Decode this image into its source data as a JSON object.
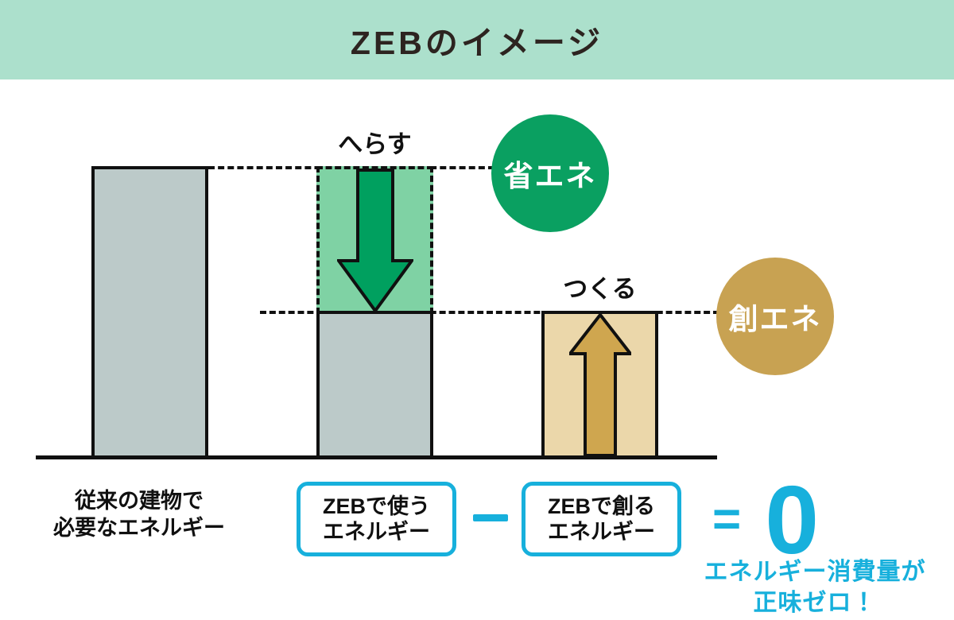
{
  "header": {
    "title": "ZEBのイメージ"
  },
  "diagram": {
    "reduce_label": "へらす",
    "create_label": "つくる",
    "save_energy_badge": "省エネ",
    "create_energy_badge": "創エネ",
    "conventional_caption": {
      "line1": "従来の建物で",
      "line2": "必要なエネルギー"
    },
    "use_box": {
      "line1": "ZEBで使う",
      "line2": "エネルギー"
    },
    "create_box": {
      "line1": "ZEBで創る",
      "line2": "エネルギー"
    },
    "operator_minus": "−",
    "operator_equals": "=",
    "zero_value": "0",
    "result_caption": {
      "line1": "エネルギー消費量が",
      "line2": "正味ゼロ！"
    }
  },
  "colors": {
    "header_band": "#ace0cc",
    "title_ink": "#2d2420",
    "bar_gray": "#bccac9",
    "reduce_zone_green": "#7fd2a4",
    "accent_green": "#0aa061",
    "bar_tan": "#ebd7aa",
    "accent_gold": "#c8a252",
    "accent_cyan": "#17b0dc",
    "line_ink": "#101010"
  }
}
